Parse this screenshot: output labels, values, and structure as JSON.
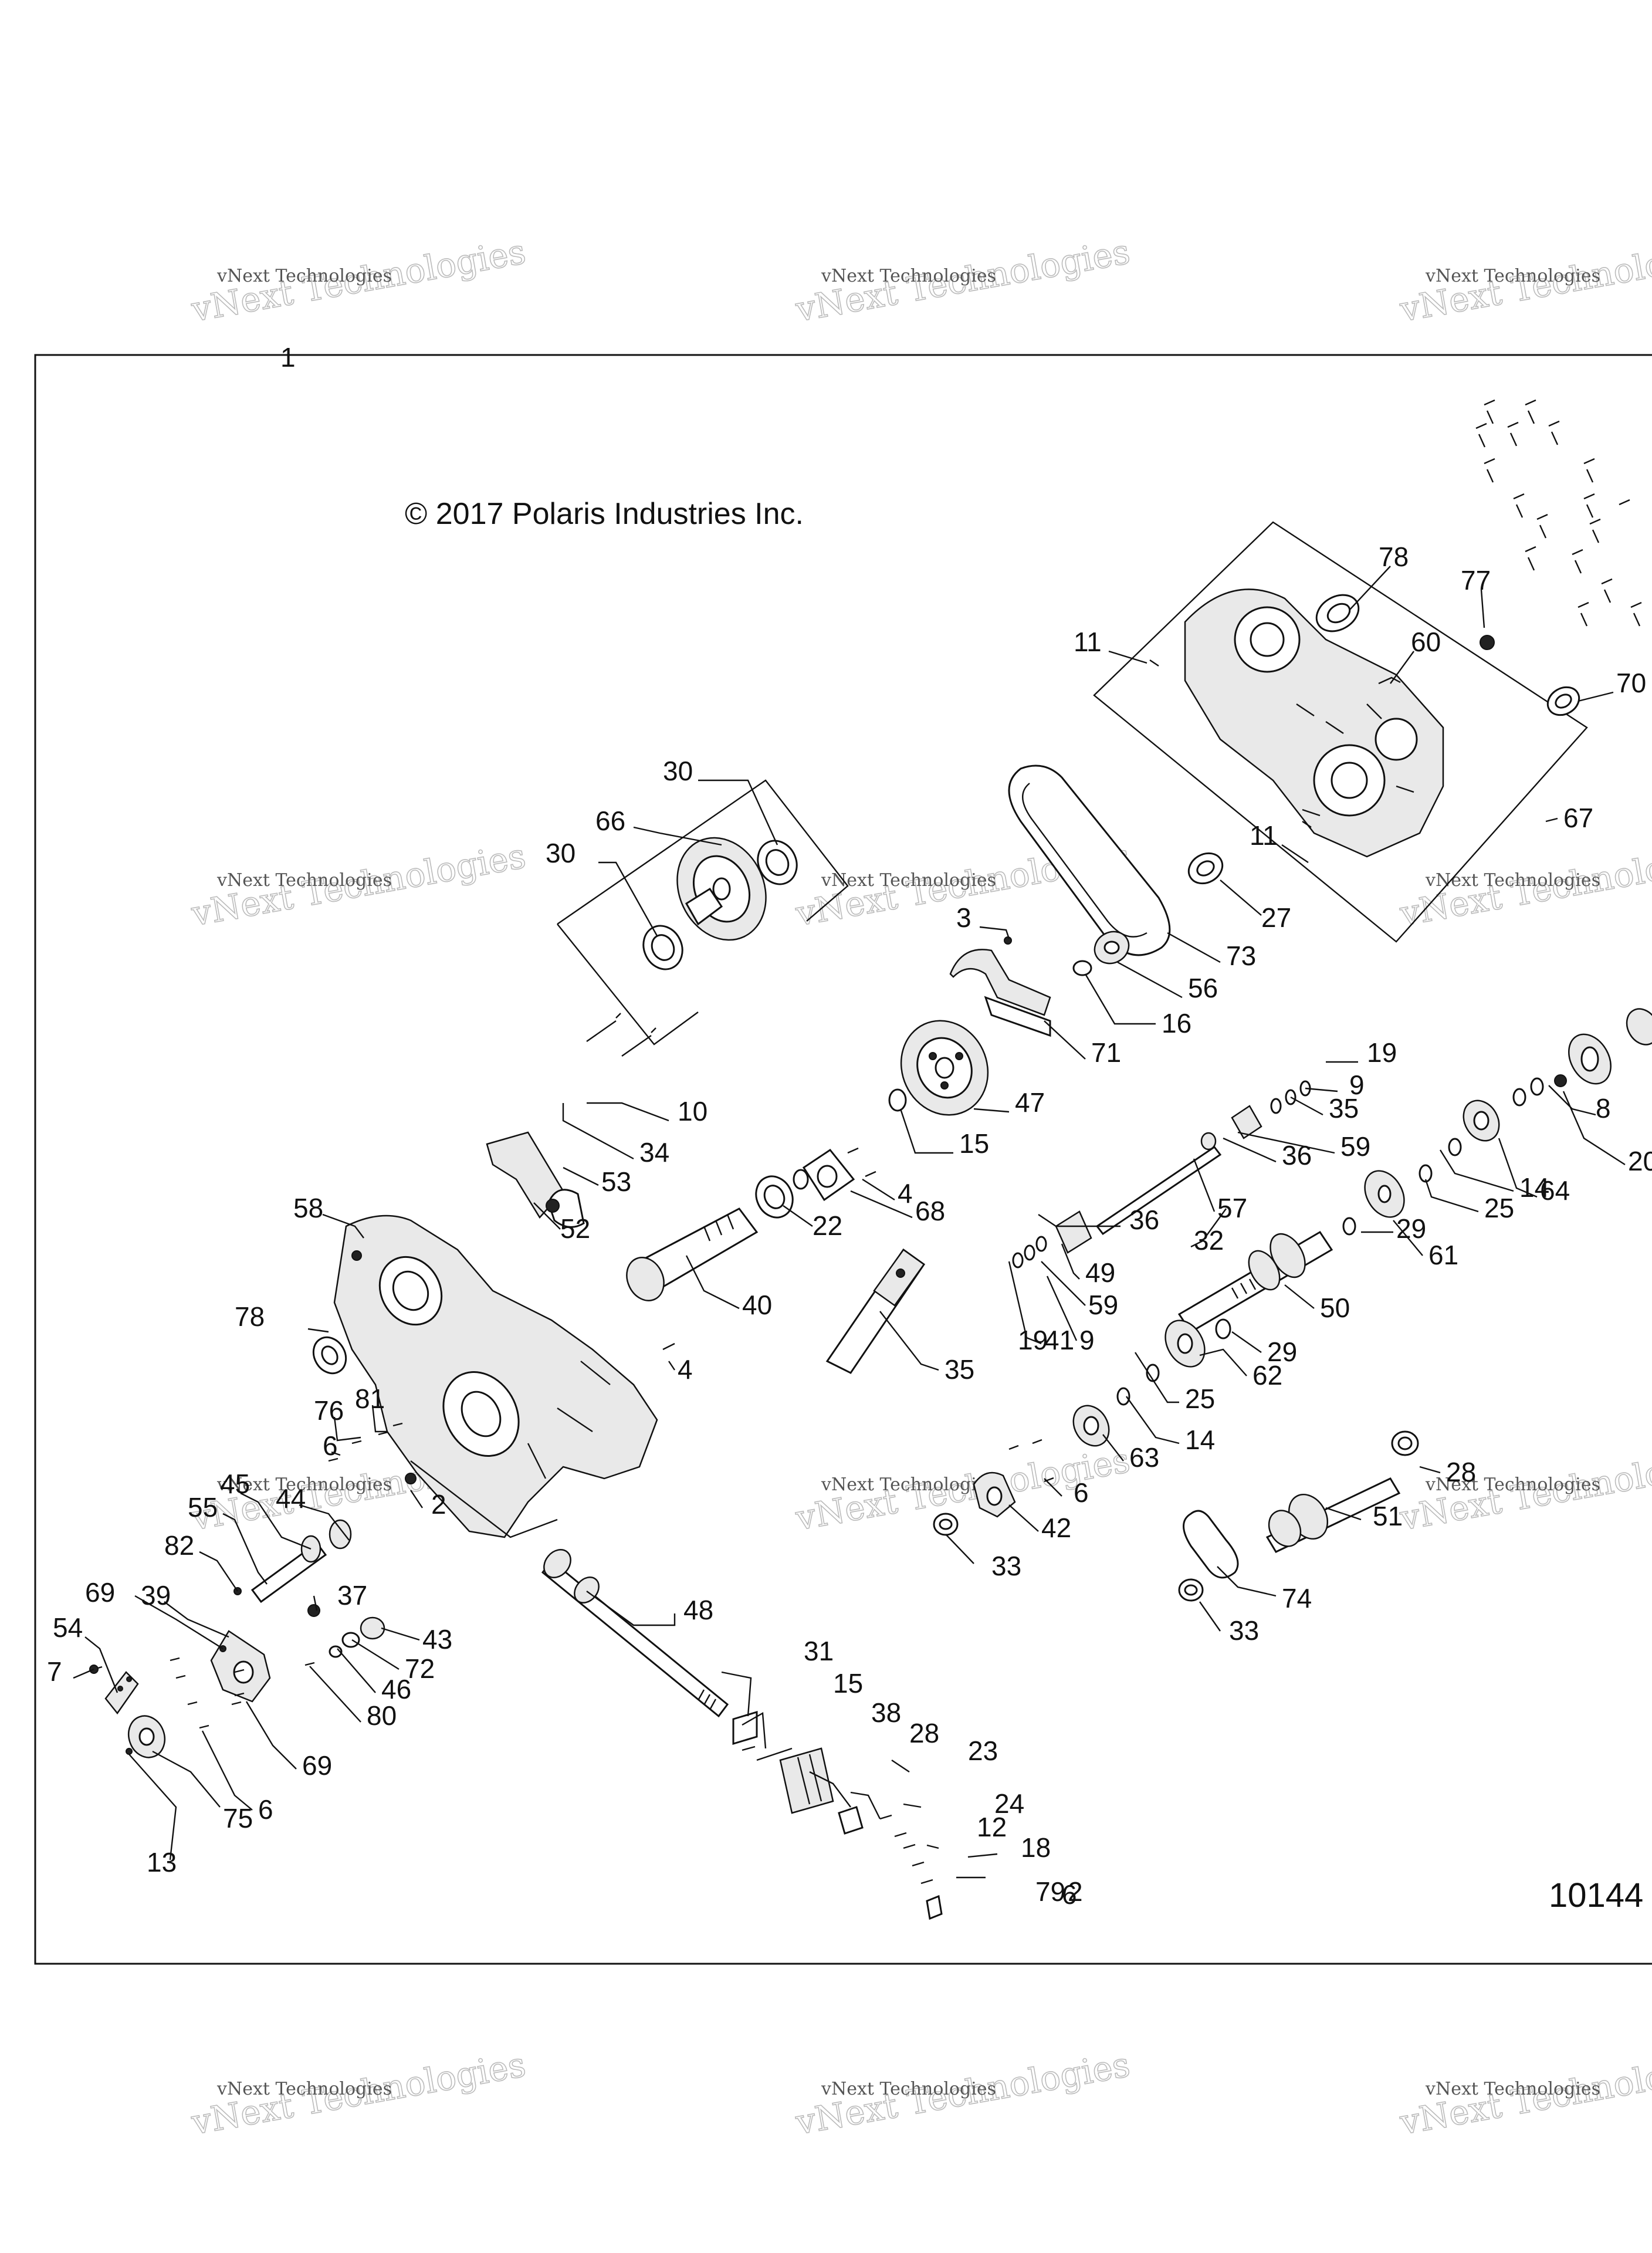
{
  "diagram": {
    "copyright": "© 2017 Polaris Industries Inc.",
    "frame_label": "1",
    "figure_number": "10144",
    "watermark_line1": "vNext Technologies",
    "watermark_line2": "vNext Technologies",
    "callouts": [
      "78",
      "77",
      "11",
      "60",
      "70",
      "67",
      "11",
      "27",
      "30",
      "66",
      "30",
      "3",
      "73",
      "56",
      "16",
      "71",
      "19",
      "47",
      "15",
      "9",
      "35",
      "59",
      "36",
      "10",
      "34",
      "53",
      "52",
      "4",
      "68",
      "22",
      "32",
      "57",
      "36",
      "58",
      "40",
      "49",
      "59",
      "35",
      "41",
      "19",
      "9",
      "64",
      "8",
      "20",
      "14",
      "25",
      "61",
      "29",
      "50",
      "29",
      "62",
      "25",
      "14",
      "63",
      "6",
      "42",
      "33",
      "28",
      "51",
      "74",
      "33",
      "78",
      "4",
      "81",
      "76",
      "6",
      "2",
      "45",
      "44",
      "55",
      "82",
      "37",
      "43",
      "72",
      "46",
      "80",
      "69",
      "39",
      "54",
      "7",
      "69",
      "6",
      "75",
      "13",
      "48",
      "31",
      "15",
      "38",
      "28",
      "23",
      "12",
      "24",
      "18",
      "79",
      "6",
      "2"
    ]
  }
}
